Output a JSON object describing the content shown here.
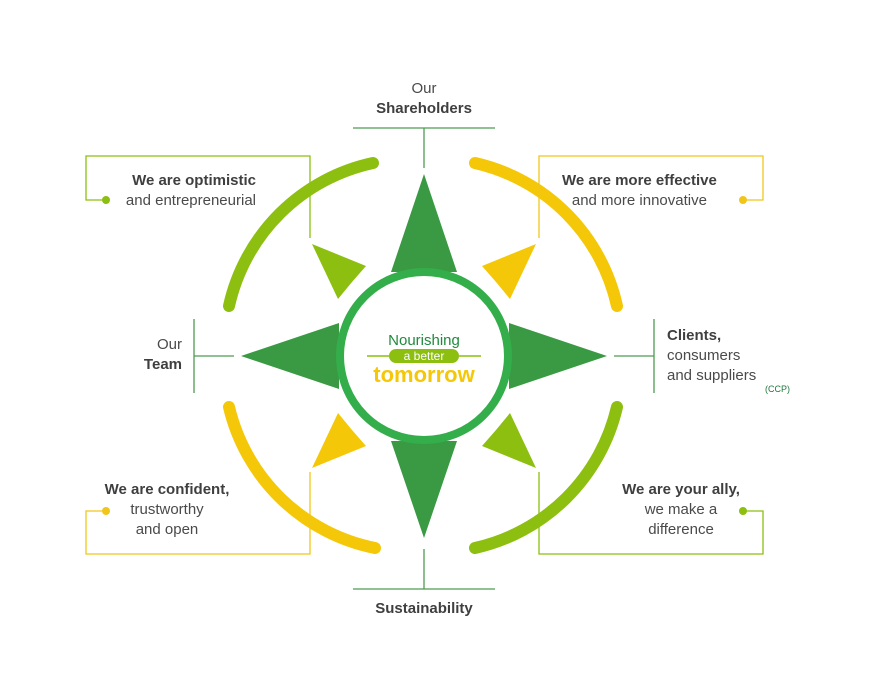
{
  "colors": {
    "dark_green": "#3a9a43",
    "ring_green": "#33ae4a",
    "lime": "#8cbf0f",
    "yellow": "#f4c808",
    "line_green": "#4d9c52",
    "line_yellow": "#f1c61a",
    "text": "#4a4a4a",
    "center_green": "#1f8a3c"
  },
  "center": {
    "line1": "Nourishing",
    "line2": "a better",
    "line3": "tomorrow"
  },
  "axes": {
    "top": {
      "line1": "Our",
      "line2": "Shareholders"
    },
    "left": {
      "line1": "Our",
      "line2": "Team"
    },
    "right": {
      "line1": "Clients,",
      "line2": "consumers",
      "line3": "and suppliers",
      "sub": "(CCP)"
    },
    "bottom": {
      "line1": "Sustainability"
    }
  },
  "values": {
    "top_left": {
      "bold": "We are optimistic",
      "rest": [
        "and entrepreneurial"
      ]
    },
    "top_right": {
      "bold": "We are more effective",
      "rest": [
        "and more innovative"
      ]
    },
    "bottom_left": {
      "bold": "We are confident,",
      "rest": [
        "trustworthy",
        "and open"
      ]
    },
    "bottom_right": {
      "bold": "We are your ally,",
      "rest": [
        "we make a",
        "difference"
      ]
    }
  }
}
